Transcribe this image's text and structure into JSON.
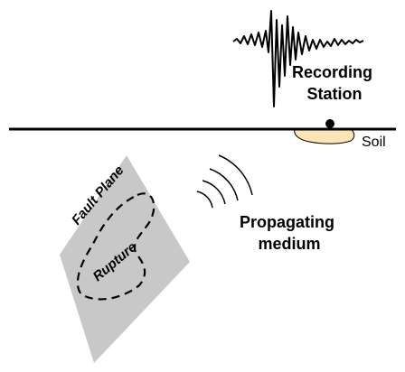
{
  "labels": {
    "recording_line1": "Recording",
    "recording_line2": "Station",
    "soil": "Soil",
    "fault_plane": "Fault Plane",
    "rupture": "Rupture",
    "propagating_line1": "Propagating",
    "propagating_line2": "medium"
  },
  "colors": {
    "stroke": "#000000",
    "fault_plane_fill": "#c8c8c8",
    "soil_fill": "#fbe5b6",
    "background": "#ffffff"
  },
  "icons": {
    "station": "recording-station-dot-icon",
    "waves": "seismic-wave-arcs-icon",
    "seismogram": "seismogram-trace-icon"
  }
}
